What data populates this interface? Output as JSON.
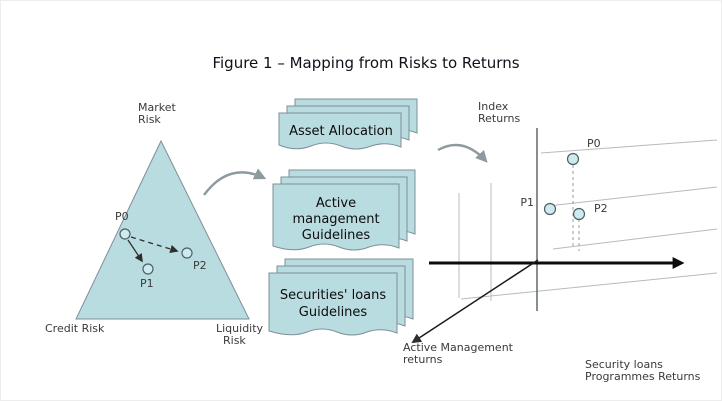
{
  "figure_title": "Figure 1 – Mapping from Risks to Returns",
  "risk_triangle": {
    "market_risk_label": [
      "Market",
      "Risk"
    ],
    "credit_risk_label": "Credit Risk",
    "liquidity_risk_label": [
      "Liquidity",
      "Risk"
    ],
    "points": {
      "p0": "P0",
      "p1": "P1",
      "p2": "P2"
    }
  },
  "documents": [
    {
      "lines": [
        "Asset Allocation"
      ]
    },
    {
      "lines": [
        "Active",
        "management",
        "Guidelines"
      ]
    },
    {
      "lines": [
        "Securities' loans",
        "Guidelines"
      ]
    }
  ],
  "returns_chart": {
    "index_axis_label": [
      "Index",
      "Returns"
    ],
    "active_management_axis_label": [
      "Active Management",
      "returns"
    ],
    "security_loans_axis_label": [
      "Security loans",
      "Programmes Returns"
    ],
    "points": {
      "p0": "P0",
      "p1": "P1",
      "p2": "P2"
    }
  },
  "colors": {
    "shape_fill": "#b9dce0",
    "point_fill": "#cdeaee",
    "stroke": "#7d9096"
  }
}
